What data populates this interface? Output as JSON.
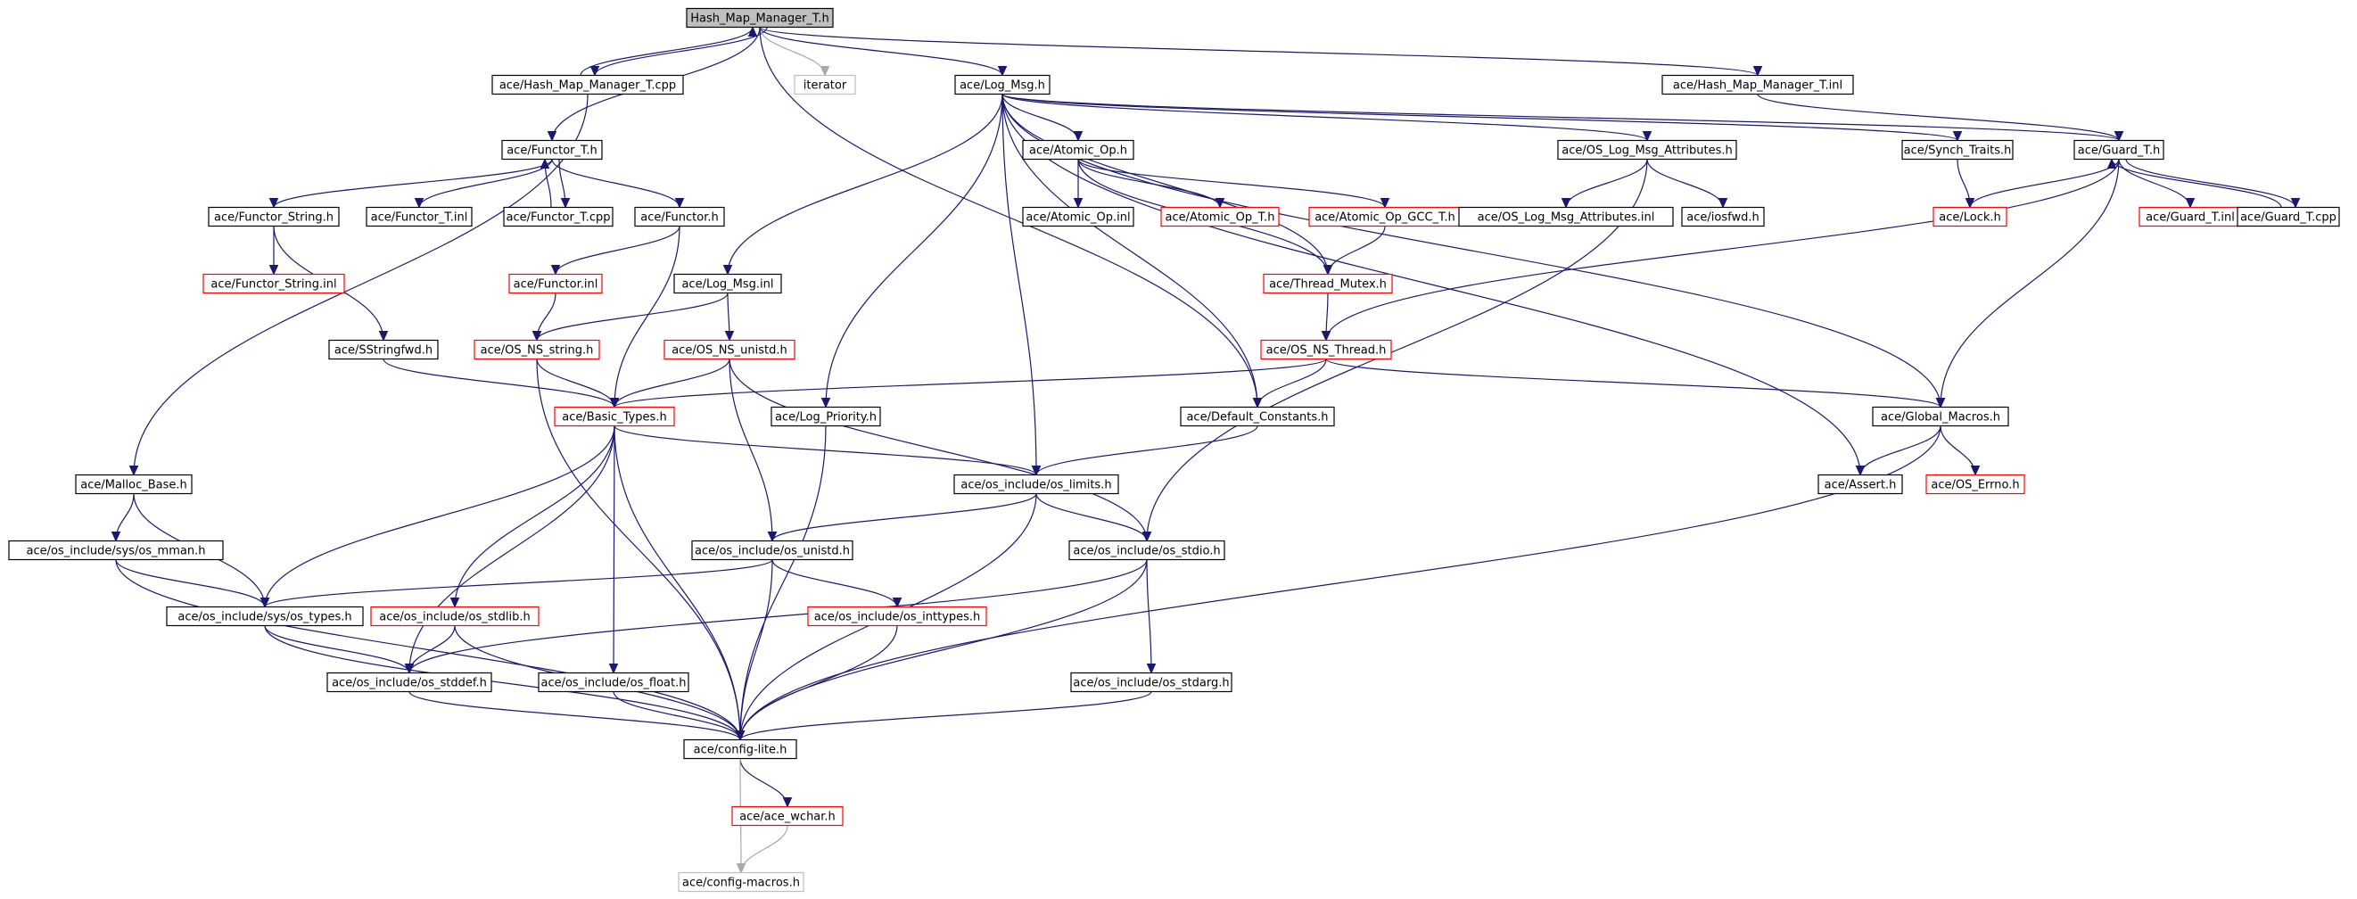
{
  "diagram": {
    "nodes": [
      {
        "id": "root",
        "label": "Hash_Map_Manager_T.h",
        "style": "root",
        "interactable": false
      },
      {
        "id": "hmm_cpp",
        "label": "ace/Hash_Map_Manager_T.cpp",
        "style": "link",
        "interactable": true
      },
      {
        "id": "iterator",
        "label": "iterator",
        "style": "gray",
        "interactable": false
      },
      {
        "id": "log_msg_h",
        "label": "ace/Log_Msg.h",
        "style": "link",
        "interactable": true
      },
      {
        "id": "hmm_inl",
        "label": "ace/Hash_Map_Manager_T.inl",
        "style": "link",
        "interactable": true
      },
      {
        "id": "functor_t_h",
        "label": "ace/Functor_T.h",
        "style": "link",
        "interactable": true
      },
      {
        "id": "atomic_op_h",
        "label": "ace/Atomic_Op.h",
        "style": "link",
        "interactable": true
      },
      {
        "id": "oslma_h",
        "label": "ace/OS_Log_Msg_Attributes.h",
        "style": "link",
        "interactable": true
      },
      {
        "id": "synch_traits",
        "label": "ace/Synch_Traits.h",
        "style": "link",
        "interactable": true
      },
      {
        "id": "guard_t_h",
        "label": "ace/Guard_T.h",
        "style": "link",
        "interactable": true
      },
      {
        "id": "functor_string_h",
        "label": "ace/Functor_String.h",
        "style": "link",
        "interactable": true
      },
      {
        "id": "functor_t_inl",
        "label": "ace/Functor_T.inl",
        "style": "link",
        "interactable": true
      },
      {
        "id": "functor_t_cpp",
        "label": "ace/Functor_T.cpp",
        "style": "link",
        "interactable": true
      },
      {
        "id": "functor_h",
        "label": "ace/Functor.h",
        "style": "link",
        "interactable": true
      },
      {
        "id": "atomic_op_inl",
        "label": "ace/Atomic_Op.inl",
        "style": "link",
        "interactable": true
      },
      {
        "id": "atomic_op_t_h",
        "label": "ace/Atomic_Op_T.h",
        "style": "red",
        "interactable": true
      },
      {
        "id": "atomic_op_gcc_t_h",
        "label": "ace/Atomic_Op_GCC_T.h",
        "style": "red",
        "interactable": true
      },
      {
        "id": "oslma_inl",
        "label": "ace/OS_Log_Msg_Attributes.inl",
        "style": "link",
        "interactable": true
      },
      {
        "id": "iosfwd",
        "label": "ace/iosfwd.h",
        "style": "link",
        "interactable": true
      },
      {
        "id": "lock_h",
        "label": "ace/Lock.h",
        "style": "red",
        "interactable": true
      },
      {
        "id": "guard_t_inl",
        "label": "ace/Guard_T.inl",
        "style": "red",
        "interactable": true
      },
      {
        "id": "guard_t_cpp",
        "label": "ace/Guard_T.cpp",
        "style": "link",
        "interactable": true
      },
      {
        "id": "functor_string_inl",
        "label": "ace/Functor_String.inl",
        "style": "red",
        "interactable": true
      },
      {
        "id": "functor_inl",
        "label": "ace/Functor.inl",
        "style": "red",
        "interactable": true
      },
      {
        "id": "log_msg_inl",
        "label": "ace/Log_Msg.inl",
        "style": "link",
        "interactable": true
      },
      {
        "id": "thread_mutex_h",
        "label": "ace/Thread_Mutex.h",
        "style": "red",
        "interactable": true
      },
      {
        "id": "sstringfwd",
        "label": "ace/SStringfwd.h",
        "style": "link",
        "interactable": true
      },
      {
        "id": "os_ns_string",
        "label": "ace/OS_NS_string.h",
        "style": "red",
        "interactable": true
      },
      {
        "id": "os_ns_unistd",
        "label": "ace/OS_NS_unistd.h",
        "style": "red",
        "interactable": true
      },
      {
        "id": "os_ns_thread",
        "label": "ace/OS_NS_Thread.h",
        "style": "red",
        "interactable": true
      },
      {
        "id": "basic_types",
        "label": "ace/Basic_Types.h",
        "style": "red",
        "interactable": true
      },
      {
        "id": "log_priority",
        "label": "ace/Log_Priority.h",
        "style": "link",
        "interactable": true
      },
      {
        "id": "default_constants",
        "label": "ace/Default_Constants.h",
        "style": "link",
        "interactable": true
      },
      {
        "id": "global_macros",
        "label": "ace/Global_Macros.h",
        "style": "link",
        "interactable": true
      },
      {
        "id": "malloc_base",
        "label": "ace/Malloc_Base.h",
        "style": "link",
        "interactable": true
      },
      {
        "id": "os_limits",
        "label": "ace/os_include/os_limits.h",
        "style": "link",
        "interactable": true
      },
      {
        "id": "assert_h",
        "label": "ace/Assert.h",
        "style": "link",
        "interactable": true
      },
      {
        "id": "os_errno",
        "label": "ace/OS_Errno.h",
        "style": "red",
        "interactable": true
      },
      {
        "id": "os_mman",
        "label": "ace/os_include/sys/os_mman.h",
        "style": "link",
        "interactable": true
      },
      {
        "id": "os_unistd",
        "label": "ace/os_include/os_unistd.h",
        "style": "link",
        "interactable": true
      },
      {
        "id": "os_stdio",
        "label": "ace/os_include/os_stdio.h",
        "style": "link",
        "interactable": true
      },
      {
        "id": "os_types",
        "label": "ace/os_include/sys/os_types.h",
        "style": "link",
        "interactable": true
      },
      {
        "id": "os_stdlib",
        "label": "ace/os_include/os_stdlib.h",
        "style": "red",
        "interactable": true
      },
      {
        "id": "os_inttypes",
        "label": "ace/os_include/os_inttypes.h",
        "style": "red",
        "interactable": true
      },
      {
        "id": "os_stddef",
        "label": "ace/os_include/os_stddef.h",
        "style": "link",
        "interactable": true
      },
      {
        "id": "os_float",
        "label": "ace/os_include/os_float.h",
        "style": "link",
        "interactable": true
      },
      {
        "id": "os_stdarg",
        "label": "ace/os_include/os_stdarg.h",
        "style": "link",
        "interactable": true
      },
      {
        "id": "config_lite",
        "label": "ace/config-lite.h",
        "style": "link",
        "interactable": true
      },
      {
        "id": "ace_wchar",
        "label": "ace/ace_wchar.h",
        "style": "red",
        "interactable": true
      },
      {
        "id": "config_macros",
        "label": "ace/config-macros.h",
        "style": "gray",
        "interactable": false
      }
    ],
    "edges": [
      [
        "root",
        "hmm_cpp"
      ],
      [
        "hmm_cpp",
        "root"
      ],
      [
        "root",
        "iterator",
        true
      ],
      [
        "root",
        "log_msg_h"
      ],
      [
        "root",
        "hmm_inl"
      ],
      [
        "root",
        "functor_t_h"
      ],
      [
        "root",
        "default_constants"
      ],
      [
        "hmm_cpp",
        "malloc_base"
      ],
      [
        "hmm_inl",
        "guard_t_h"
      ],
      [
        "functor_t_h",
        "functor_string_h"
      ],
      [
        "functor_t_h",
        "functor_t_inl"
      ],
      [
        "functor_t_h",
        "functor_t_cpp"
      ],
      [
        "functor_t_cpp",
        "functor_t_h"
      ],
      [
        "functor_t_h",
        "functor_h"
      ],
      [
        "functor_string_h",
        "functor_string_inl"
      ],
      [
        "functor_string_h",
        "sstringfwd"
      ],
      [
        "functor_h",
        "functor_inl"
      ],
      [
        "functor_h",
        "basic_types"
      ],
      [
        "functor_inl",
        "os_ns_string"
      ],
      [
        "log_msg_h",
        "atomic_op_h"
      ],
      [
        "log_msg_h",
        "oslma_h"
      ],
      [
        "log_msg_h",
        "synch_traits"
      ],
      [
        "log_msg_h",
        "guard_t_h"
      ],
      [
        "log_msg_h",
        "log_msg_inl"
      ],
      [
        "log_msg_h",
        "log_priority"
      ],
      [
        "log_msg_h",
        "default_constants"
      ],
      [
        "log_msg_h",
        "os_limits"
      ],
      [
        "log_msg_h",
        "assert_h"
      ],
      [
        "log_msg_h",
        "global_macros"
      ],
      [
        "log_msg_h",
        "thread_mutex_h"
      ],
      [
        "atomic_op_h",
        "atomic_op_inl"
      ],
      [
        "atomic_op_h",
        "atomic_op_t_h"
      ],
      [
        "atomic_op_h",
        "atomic_op_gcc_t_h"
      ],
      [
        "atomic_op_h",
        "thread_mutex_h"
      ],
      [
        "atomic_op_gcc_t_h",
        "thread_mutex_h"
      ],
      [
        "oslma_h",
        "oslma_inl"
      ],
      [
        "oslma_h",
        "iosfwd"
      ],
      [
        "oslma_h",
        "os_stdio"
      ],
      [
        "synch_traits",
        "lock_h"
      ],
      [
        "guard_t_h",
        "lock_h"
      ],
      [
        "guard_t_h",
        "guard_t_inl"
      ],
      [
        "guard_t_h",
        "guard_t_cpp"
      ],
      [
        "guard_t_cpp",
        "guard_t_h"
      ],
      [
        "guard_t_h",
        "os_ns_thread"
      ],
      [
        "guard_t_h",
        "global_macros"
      ],
      [
        "thread_mutex_h",
        "os_ns_thread"
      ],
      [
        "log_msg_inl",
        "os_ns_string"
      ],
      [
        "log_msg_inl",
        "os_ns_unistd"
      ],
      [
        "sstringfwd",
        "basic_types"
      ],
      [
        "os_ns_string",
        "basic_types"
      ],
      [
        "os_ns_string",
        "config_lite"
      ],
      [
        "os_ns_unistd",
        "basic_types"
      ],
      [
        "os_ns_unistd",
        "os_unistd"
      ],
      [
        "os_ns_unistd",
        "os_stdio"
      ],
      [
        "os_ns_thread",
        "basic_types"
      ],
      [
        "os_ns_thread",
        "default_constants"
      ],
      [
        "os_ns_thread",
        "global_macros"
      ],
      [
        "basic_types",
        "os_limits"
      ],
      [
        "basic_types",
        "os_types"
      ],
      [
        "basic_types",
        "os_stdlib"
      ],
      [
        "basic_types",
        "os_stddef"
      ],
      [
        "basic_types",
        "os_float"
      ],
      [
        "basic_types",
        "config_lite"
      ],
      [
        "log_priority",
        "config_lite"
      ],
      [
        "default_constants",
        "os_limits"
      ],
      [
        "global_macros",
        "assert_h"
      ],
      [
        "global_macros",
        "os_errno"
      ],
      [
        "global_macros",
        "config_lite"
      ],
      [
        "malloc_base",
        "os_mman"
      ],
      [
        "malloc_base",
        "os_types"
      ],
      [
        "os_limits",
        "os_unistd"
      ],
      [
        "os_limits",
        "os_stdio"
      ],
      [
        "os_limits",
        "config_lite"
      ],
      [
        "os_mman",
        "os_types"
      ],
      [
        "os_mman",
        "config_lite"
      ],
      [
        "os_unistd",
        "os_types"
      ],
      [
        "os_unistd",
        "os_inttypes"
      ],
      [
        "os_unistd",
        "config_lite"
      ],
      [
        "os_stdio",
        "os_stddef"
      ],
      [
        "os_stdio",
        "os_stdarg"
      ],
      [
        "os_stdio",
        "config_lite"
      ],
      [
        "os_types",
        "os_stddef"
      ],
      [
        "os_types",
        "config_lite"
      ],
      [
        "os_stdlib",
        "os_stddef"
      ],
      [
        "os_stdlib",
        "config_lite"
      ],
      [
        "os_inttypes",
        "config_lite"
      ],
      [
        "os_stddef",
        "config_lite"
      ],
      [
        "os_float",
        "config_lite"
      ],
      [
        "os_stdarg",
        "config_lite"
      ],
      [
        "config_lite",
        "ace_wchar"
      ],
      [
        "config_lite",
        "config_macros",
        true
      ],
      [
        "ace_wchar",
        "config_macros",
        true
      ]
    ]
  }
}
